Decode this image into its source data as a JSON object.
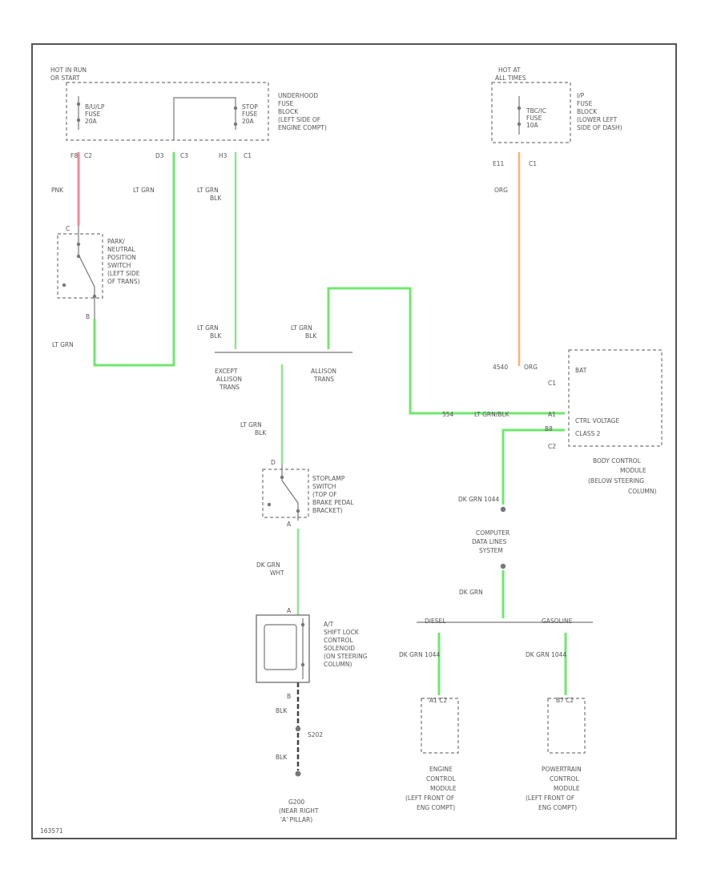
{
  "labels": {
    "hot_run_1": "HOT IN RUN",
    "hot_run_2": "OR START",
    "bu_fuse_1": "B/U/LP",
    "bu_fuse_2": "FUSE",
    "bu_fuse_3": "20A",
    "stop_fuse_1": "STOP",
    "stop_fuse_2": "FUSE",
    "stop_fuse_3": "20A",
    "underhood_1": "UNDERHOOD",
    "underhood_2": "FUSE",
    "underhood_3": "BLOCK",
    "underhood_4": "(LEFT SIDE OF",
    "underhood_5": "ENGINE COMPT)",
    "hot_at_1": "HOT AT",
    "hot_at_2": "ALL TIMES",
    "ip_fuse_1": "TBC/IC",
    "ip_fuse_2": "FUSE",
    "ip_fuse_3": "10A",
    "ip_block_1": "I/P",
    "ip_block_2": "FUSE",
    "ip_block_3": "BLOCK",
    "ip_block_4": "(LOWER LEFT",
    "ip_block_5": "SIDE OF DASH)",
    "pin_f8": "F8",
    "conn_c2": "C2",
    "pin_d3": "D3",
    "conn_c3": "C3",
    "pin_h3": "H3",
    "conn_c1": "C1",
    "pin_e11": "E11",
    "conn_c1b": "C1",
    "wire_pnk": "PNK",
    "wire_ltgrn_1": "LT GRN",
    "wire_ltgrn_blk_1a": "LT GRN",
    "wire_ltgrn_blk_1b": "BLK",
    "wire_org": "ORG",
    "pnp_c": "C",
    "pnp_1": "PARK/",
    "pnp_2": "NEUTRAL",
    "pnp_3": "POSITION",
    "pnp_4": "SWITCH",
    "pnp_5": "(LEFT SIDE",
    "pnp_6": "OF TRANS)",
    "pnp_b": "B",
    "wire_ltgrn_2": "LT GRN",
    "wire_ltgrn_blk_2a": "LT GRN",
    "wire_ltgrn_blk_2b": "BLK",
    "wire_ltgrn_blk_3a": "LT GRN",
    "wire_ltgrn_blk_3b": "BLK",
    "except_1": "EXCEPT",
    "except_2": "ALLISON",
    "except_3": "TRANS",
    "allison_1": "ALLISON",
    "allison_2": "TRANS",
    "bcm_wire_1": "4540",
    "bcm_wire_2": "ORG",
    "bcm_bat": "BAT",
    "bcm_c1": "C1",
    "bcm_wire_3": "554",
    "bcm_wire_4": "LT GRN/BLK",
    "bcm_pin_a1": "A1",
    "bcm_ctrl": "CTRL VOLTAGE",
    "bcm_class": "CLASS 2",
    "bcm_pin_b8": "B8",
    "bcm_c2": "C2",
    "bcm_1": "BODY CONTROL",
    "bcm_2": "MODULE",
    "bcm_3": "(BELOW STEERING",
    "bcm_4": "COLUMN)",
    "wire_ltgrn_blk_4a": "LT GRN",
    "wire_ltgrn_blk_4b": "BLK",
    "stop_d": "D",
    "stop_1": "STOPLAMP",
    "stop_2": "SWITCH",
    "stop_3": "(TOP OF",
    "stop_4": "BRAKE PEDAL",
    "stop_5": "BRACKET)",
    "stop_a": "A",
    "dkgrn_1044": "DK GRN  1044",
    "cdl_1": "COMPUTER",
    "cdl_2": "DATA LINES",
    "cdl_3": "SYSTEM",
    "wire_dkgrn_wht_a": "DK GRN",
    "wire_dkgrn_wht_b": "WHT",
    "sol_a": "A",
    "sol_1": "A/T",
    "sol_2": "SHIFT LOCK",
    "sol_3": "CONTROL",
    "sol_4": "SOLENOID",
    "sol_5": "(ON STEERING",
    "sol_6": "COLUMN)",
    "sol_b": "B",
    "wire_blk_1": "BLK",
    "splice": "S202",
    "wire_blk_2": "BLK",
    "wire_dkgrn": "DK GRN",
    "diesel": "DIESEL",
    "gasoline": "GASOLINE",
    "ecm_wire": "DK GRN  1044",
    "pcm_wire": "DK GRN  1044",
    "ecm_pin": "A1  C2",
    "pcm_pin": "B7  C2",
    "ecm_1": "ENGINE",
    "ecm_2": "CONTROL",
    "ecm_3": "MODULE",
    "ecm_4": "(LEFT FRONT OF",
    "ecm_5": "ENG COMPT)",
    "pcm_1": "POWERTRAIN",
    "pcm_2": "CONTROL",
    "pcm_3": "MODULE",
    "pcm_4": "(LEFT FRONT OF",
    "pcm_5": "ENG COMPT)",
    "ground_1": "G200",
    "ground_2": "(NEAR RIGHT",
    "ground_3": "'A' PILLAR)",
    "figure_id": "163571"
  },
  "colors": {
    "pink": "#f08aa0",
    "green": "#6ee86e",
    "orange": "#ffb36e",
    "black": "#444444"
  }
}
